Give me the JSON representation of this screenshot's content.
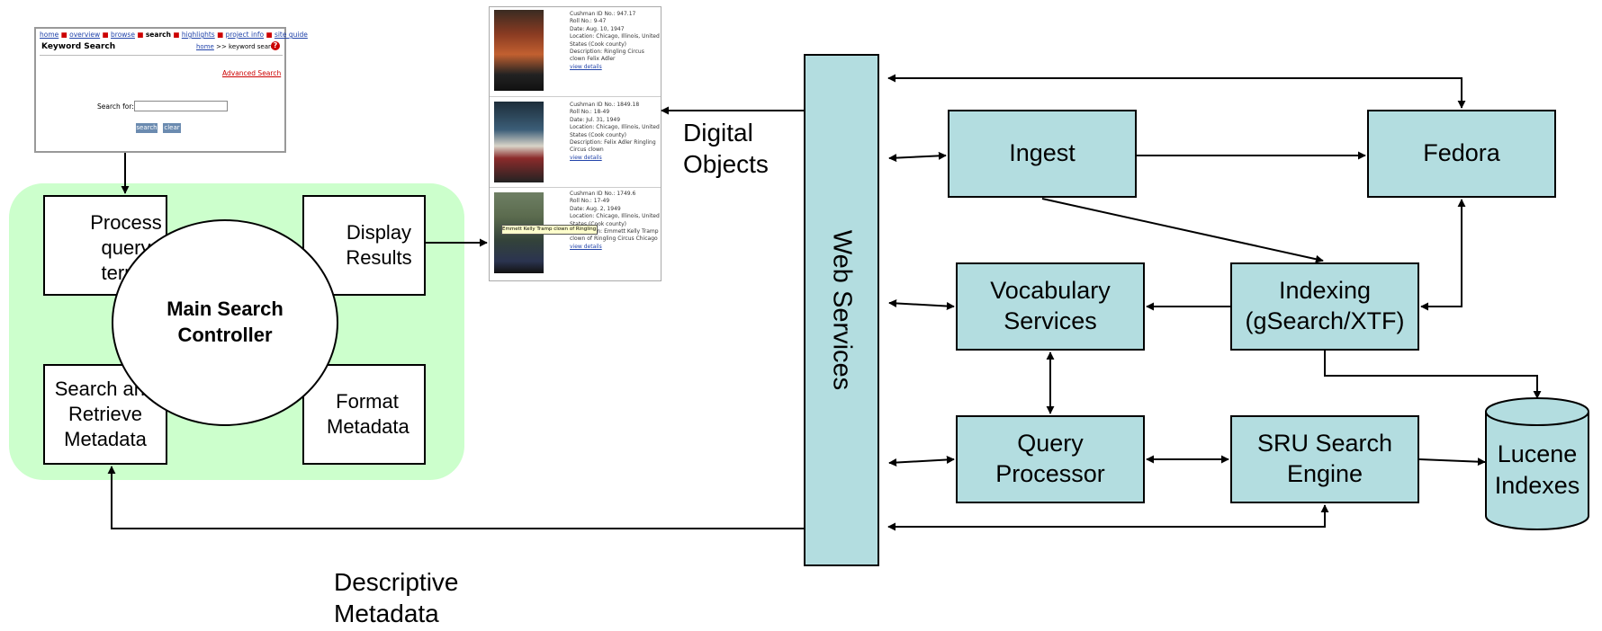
{
  "search_ui": {
    "nav": [
      "home",
      "overview",
      "browse",
      "search",
      "highlights",
      "project info",
      "site guide"
    ],
    "title": "Keyword Search",
    "crumb_link": "home",
    "crumb_rest": ">> keyword search",
    "help_icon": "?",
    "advanced": "Advanced Search",
    "search_label": "Search for:",
    "btn_search": "search",
    "btn_clear": "clear"
  },
  "results": [
    {
      "id": "Cushman ID No.: 947.17",
      "roll": "Roll No.: 9-47",
      "date": "Date: Aug. 10, 1947",
      "location": "Location: Chicago, Illinois, United States (Cook county)",
      "description": "Description: Ringling Circus clown Felix Adler",
      "details": "view details"
    },
    {
      "id": "Cushman ID No.: 1849.18",
      "roll": "Roll No.: 18-49",
      "date": "Date: Jul. 31, 1949",
      "location": "Location: Chicago, Illinois, United States (Cook county)",
      "description": "Description: Felix Adler Ringling Circus clown",
      "details": "view details"
    },
    {
      "id": "Cushman ID No.: 1749.6",
      "roll": "Roll No.: 17-49",
      "date": "Date: Aug. 2, 1949",
      "location": "Location: Chicago, Illinois, United States (Cook county)",
      "description": "Description: Emmett Kelly Tramp clown of Ringling Circus Chicago",
      "details": "view details",
      "tooltip": "Emmett Kelly Tramp clown of Ringling Circus Chicago"
    }
  ],
  "controller": {
    "process": "Process query terms",
    "display": "Display Results",
    "search_retrieve": "Search and Retrieve Metadata",
    "format": "Format Metadata",
    "main": "Main Search Controller"
  },
  "labels": {
    "digital_objects": "Digital Objects",
    "descriptive_metadata": "Descriptive Metadata",
    "web_services": "Web Services"
  },
  "components": {
    "ingest": "Ingest",
    "fedora": "Fedora",
    "vocabulary": "Vocabulary Services",
    "indexing": "Indexing (gSearch/XTF)",
    "query_processor": "Query Processor",
    "sru": "SRU Search Engine",
    "lucene": "Lucene Indexes"
  },
  "colors": {
    "box_fill": "#b3dde0",
    "controller_fill": "#ccffcc"
  }
}
